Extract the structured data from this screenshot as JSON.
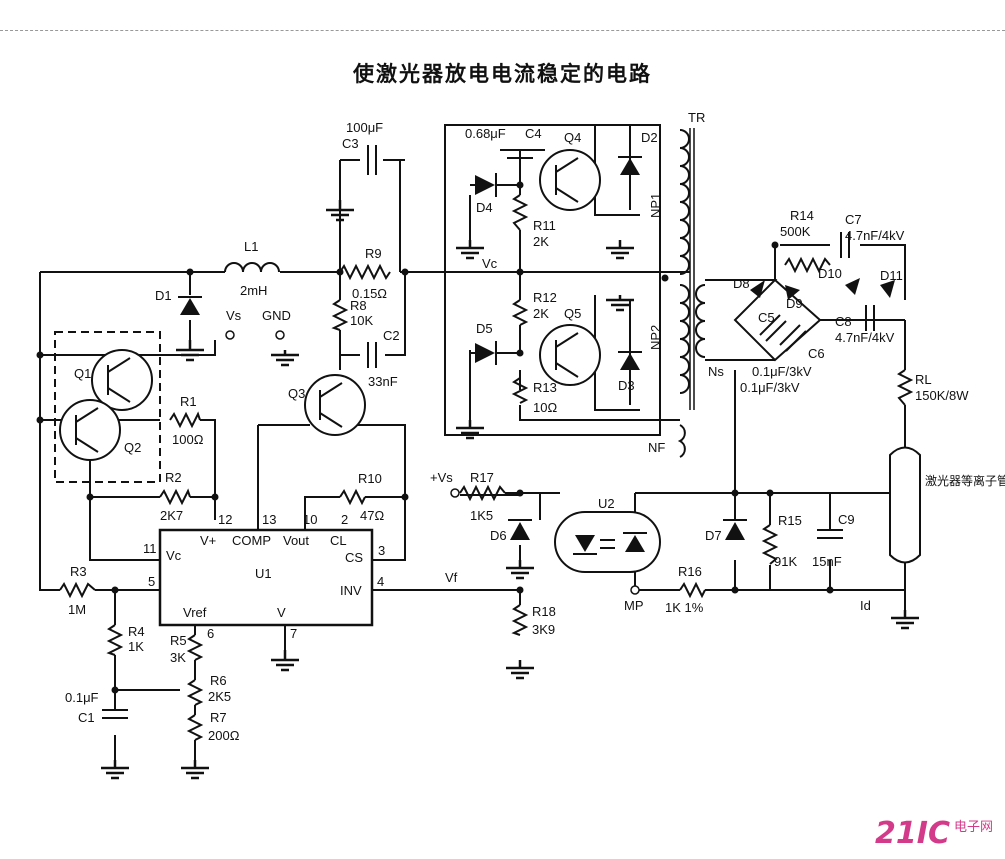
{
  "title": "使激光器放电电流稳定的电路",
  "ic": {
    "name": "U1",
    "pins_top": [
      "V+",
      "COMP",
      "Vout",
      "CL"
    ],
    "pins_left": [
      "Vc"
    ],
    "pins_right": [
      "CS",
      "INV"
    ],
    "pins_bottom": [
      "Vref",
      "V"
    ],
    "pin_numbers": {
      "p12": "12",
      "p13": "13",
      "p10": "10",
      "p2": "2",
      "p3": "3",
      "p11": "11",
      "p5": "5",
      "p4": "4",
      "p6": "6",
      "p7": "7"
    }
  },
  "labels": {
    "vs": "Vs",
    "gnd": "GND",
    "vc": "Vc",
    "vf": "Vf",
    "plus_vs": "+Vs",
    "mp": "MP",
    "id": "Id",
    "ns": "Ns",
    "nf": "NF",
    "np1": "NP1",
    "np2": "NP2",
    "tr": "TR",
    "u2": "U2",
    "laser": "激光器等离子管"
  },
  "components": {
    "L1": {
      "name": "L1",
      "value": "2mH"
    },
    "R9": {
      "name": "R9",
      "value": "0.15Ω"
    },
    "R8": {
      "name": "R8",
      "value": "10K"
    },
    "C3": {
      "name": "C3",
      "value": "100μF"
    },
    "C2": {
      "name": "C2",
      "value": "33nF"
    },
    "R1": {
      "name": "R1",
      "value": "100Ω"
    },
    "R2": {
      "name": "R2",
      "value": "2K7"
    },
    "R10": {
      "name": "R10",
      "value": "47Ω"
    },
    "R3": {
      "name": "R3",
      "value": "1M"
    },
    "R4": {
      "name": "R4",
      "value": "1K"
    },
    "R5": {
      "name": "R5",
      "value": "3K"
    },
    "R6": {
      "name": "R6",
      "value": "2K5"
    },
    "R7": {
      "name": "R7",
      "value": "200Ω"
    },
    "C1": {
      "name": "C1",
      "value": "0.1μF"
    },
    "C4": {
      "name": "C4",
      "value": "0.68μF"
    },
    "R11": {
      "name": "R11",
      "value": "2K"
    },
    "R12": {
      "name": "R12",
      "value": "2K"
    },
    "R13": {
      "name": "R13",
      "value": "10Ω"
    },
    "R14": {
      "name": "R14",
      "value": "500K"
    },
    "C7": {
      "name": "C7",
      "value": "4.7nF/4kV"
    },
    "C8": {
      "name": "C8",
      "value": "4.7nF/4kV"
    },
    "C5": {
      "name": "C5",
      "value": "0.1μF/3kV"
    },
    "C6": {
      "name": "C6",
      "value": "0.1μF/3kV"
    },
    "RL": {
      "name": "RL",
      "value": "150K/8W"
    },
    "R17": {
      "name": "R17",
      "value": "1K5"
    },
    "R18": {
      "name": "R18",
      "value": "3K9"
    },
    "R16": {
      "name": "R16",
      "value": "1K 1%"
    },
    "R15": {
      "name": "R15",
      "value": "91K"
    },
    "C9": {
      "name": "C9",
      "value": "15nF"
    },
    "Q1": "Q1",
    "Q2": "Q2",
    "Q3": "Q3",
    "Q4": "Q4",
    "Q5": "Q5",
    "D1": "D1",
    "D2": "D2",
    "D3": "D3",
    "D4": "D4",
    "D5": "D5",
    "D6": "D6",
    "D7": "D7",
    "D8": "D8",
    "D9": "D9",
    "D10": "D10",
    "D11": "D11"
  },
  "watermark": {
    "logo": "21IC",
    "sub": "电子网"
  }
}
